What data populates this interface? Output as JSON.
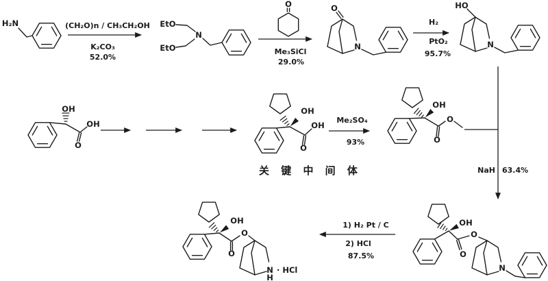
{
  "figure": {
    "background": "#ffffff",
    "ink": "#1b1b1b"
  },
  "row1": {
    "amine_label": "H₂N",
    "step1": {
      "above": "(CH₂O)n / CH₃CH₂OH",
      "reagent": "K₂CO₃",
      "yield": "52.0%"
    },
    "bis_ether": {
      "eto_top": "EtO",
      "eto_bottom": "EtO",
      "n": "N"
    },
    "step2": {
      "ketone_o": "O",
      "reagent": "Me₃SiCl",
      "yield": "29.0%"
    },
    "aldehyde": {
      "o": "O",
      "n": "N"
    },
    "step3": {
      "above": "H₂",
      "reagent": "PtO₂",
      "yield": "95.7%"
    },
    "alcohol": {
      "ho": "HO",
      "n": "N"
    }
  },
  "row2": {
    "mandelic": {
      "oh_top": "OH",
      "oh_acid": "OH",
      "o": "O"
    },
    "key": {
      "oh_top": "OH",
      "oh_acid": "OH",
      "o": "O",
      "caption": "关 键 中 间 体"
    },
    "step4": {
      "reagent": "Me₂SO₄",
      "yield": "93%"
    },
    "ester": {
      "oh": "OH",
      "o_ester": "O",
      "o_carbonyl": "O"
    },
    "step5": {
      "reagent": "NaH",
      "yield": "63.4%"
    }
  },
  "row3": {
    "benzyl_ester": {
      "oh": "OH",
      "o_ester": "O",
      "o_carbonyl": "O",
      "n": "N"
    },
    "step6": {
      "line1": "1) H₂ Pt / C",
      "line2": "2) HCl",
      "yield": "87.5%"
    },
    "product": {
      "oh": "OH",
      "o_ester": "O",
      "o_carbonyl": "O",
      "n": "N",
      "h": "H",
      "salt": "· HCl"
    }
  }
}
